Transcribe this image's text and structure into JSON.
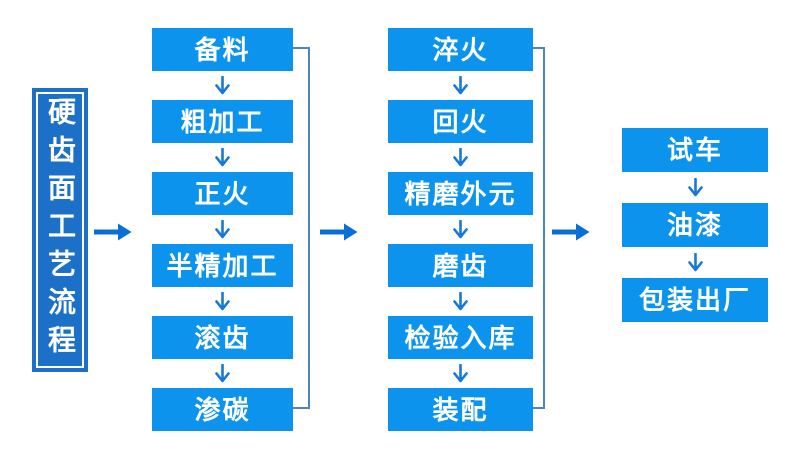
{
  "title": {
    "text": "硬齿面工艺流程"
  },
  "flow": {
    "columns": [
      {
        "name": "column-1",
        "steps": [
          "备料",
          "粗加工",
          "正火",
          "半精加工",
          "滚齿",
          "渗碳"
        ]
      },
      {
        "name": "column-2",
        "steps": [
          "淬火",
          "回火",
          "精磨外元",
          "磨齿",
          "检验入库",
          "装配"
        ]
      },
      {
        "name": "column-3",
        "steps": [
          "试车",
          "油漆",
          "包装出厂"
        ]
      }
    ]
  },
  "icons": {
    "down_arrow_glyph": "↓",
    "right_arrow_glyph": "→"
  },
  "colors": {
    "page_bg": "#ffffff",
    "step_box": "#0b93ee",
    "title_box": "#1c70c8",
    "title_border": "#ffffff",
    "connector": "#4d86bd",
    "down_arrow": "#1778d6",
    "right_arrow": "#0b6fd8",
    "text": "#ffffff"
  }
}
